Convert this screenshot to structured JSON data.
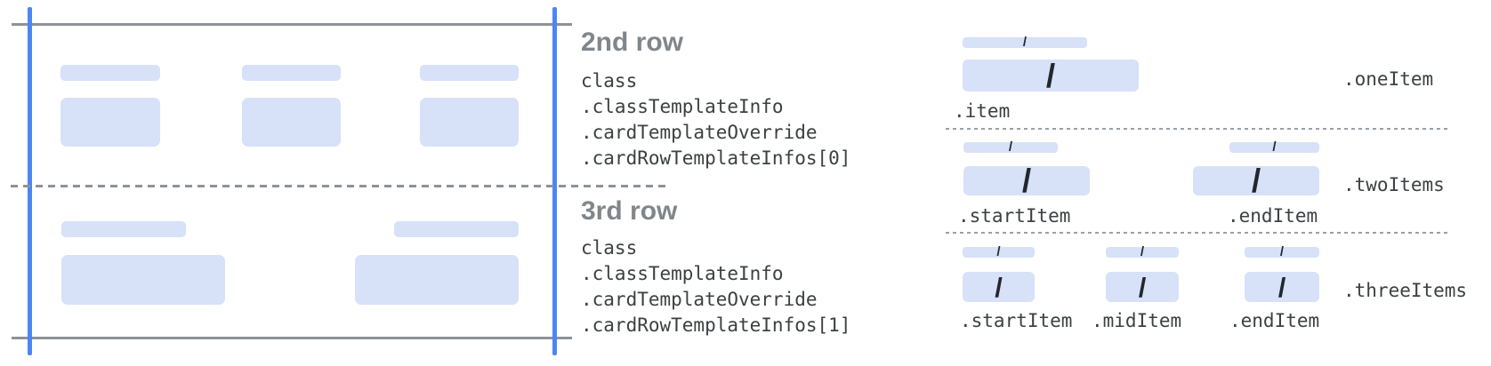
{
  "glyphs": {
    "slash": "/"
  },
  "annotations": [
    {
      "heading": "2nd row",
      "code_lines": [
        "class",
        ".classTemplateInfo",
        ".cardTemplateOverride",
        ".cardRowTemplateInfos[0]"
      ]
    },
    {
      "heading": "3rd row",
      "code_lines": [
        "class",
        ".classTemplateInfo",
        ".cardTemplateOverride",
        ".cardRowTemplateInfos[1]"
      ]
    }
  ],
  "layouts": [
    {
      "name": ".oneItem",
      "item_labels": [
        ".item"
      ]
    },
    {
      "name": ".twoItems",
      "item_labels": [
        ".startItem",
        ".endItem"
      ]
    },
    {
      "name": ".threeItems",
      "item_labels": [
        ".startItem",
        ".midItem",
        ".endItem"
      ]
    }
  ],
  "colors": {
    "accent_blue": "#4d86f2",
    "bar_fill": "#d7e1f8",
    "gray_line": "#8e9298",
    "dashed_gray": "#9aa0a6",
    "heading_text": "#80868b",
    "code_text": "#3c4043",
    "slash": "#23262d"
  }
}
